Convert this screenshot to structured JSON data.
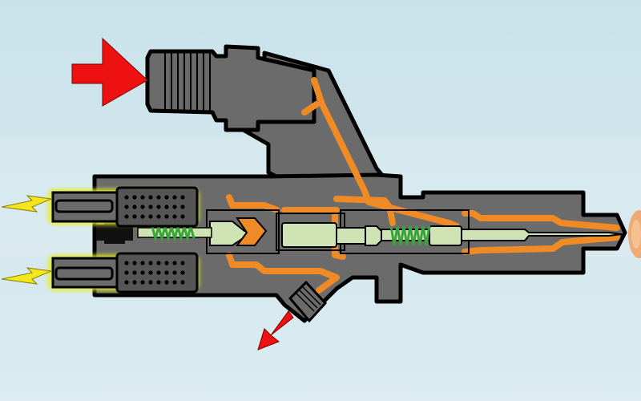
{
  "diagram": {
    "subject": "fuel-injector-cross-section",
    "colors": {
      "background_top": "#c9e2ea",
      "background_bottom": "#dcecf1",
      "body": "#6b6b6b",
      "outline": "#000000",
      "fuel_passage": "#f08a24",
      "plunger": "#cfe3b4",
      "spring": "#3aa33a",
      "coil_glow": "#e6ec2a",
      "coil": "#555555",
      "arrow": "#ee1111",
      "spark": "#f2e71c",
      "spray": "#f0a060"
    },
    "parts": [
      "fuel-inlet-fitting",
      "solenoid-coil-upper",
      "solenoid-coil-lower",
      "control-valve",
      "intensifier-piston",
      "plunger-spring",
      "needle-spring",
      "nozzle-needle",
      "fuel-return-fitting",
      "nozzle-tip"
    ],
    "arrows": [
      {
        "role": "fuel-inlet-arrow",
        "direction": "right"
      },
      {
        "role": "fuel-return-arrow",
        "direction": "down-left"
      }
    ],
    "icons": [
      "lightning-icon-upper",
      "lightning-icon-lower"
    ]
  }
}
